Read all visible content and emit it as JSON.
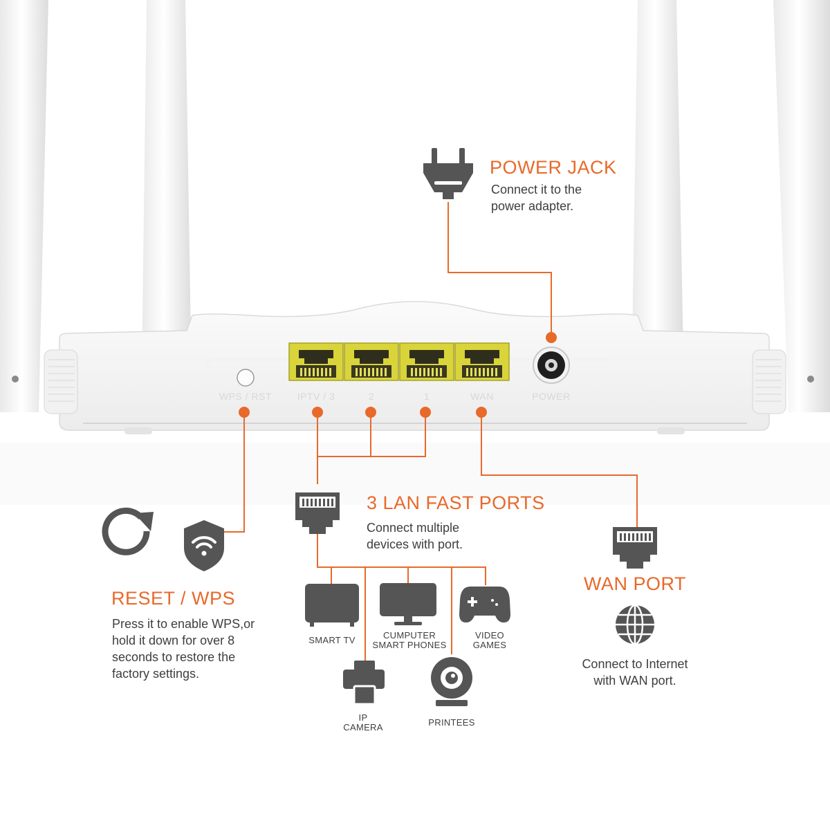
{
  "router": {
    "port_labels": {
      "wps_rst": "WPS / RST",
      "iptv3": "IPTV / 3",
      "lan2": "2",
      "lan1": "1",
      "wan": "WAN",
      "power": "POWER"
    }
  },
  "power_jack": {
    "title": "POWER JACK",
    "desc_line1": "Connect it to the",
    "desc_line2": "power adapter."
  },
  "lan_ports": {
    "title": "3 LAN FAST PORTS",
    "desc_line1": "Connect multiple",
    "desc_line2": "devices with port."
  },
  "reset_wps": {
    "title": "RESET / WPS",
    "desc_line1": "Press it to enable WPS,or",
    "desc_line2": "hold it down for over 8",
    "desc_line3": "seconds to restore the",
    "desc_line4": "factory settings."
  },
  "wan_port": {
    "title": "WAN PORT",
    "desc_line1": "Connect to Internet",
    "desc_line2": "with WAN port."
  },
  "devices": {
    "smart_tv": "SMART TV",
    "computer_line1": "CUMPUTER",
    "computer_line2": "SMART PHONES",
    "games_line1": "VIDEO",
    "games_line2": "GAMES",
    "camera_line1": "IP",
    "camera_line2": "CAMERA",
    "printer": "PRINTEES"
  },
  "colors": {
    "accent": "#e8692a",
    "icon": "#555555",
    "port_yellow": "#d9d43a",
    "router_body": "#f6f6f6"
  }
}
